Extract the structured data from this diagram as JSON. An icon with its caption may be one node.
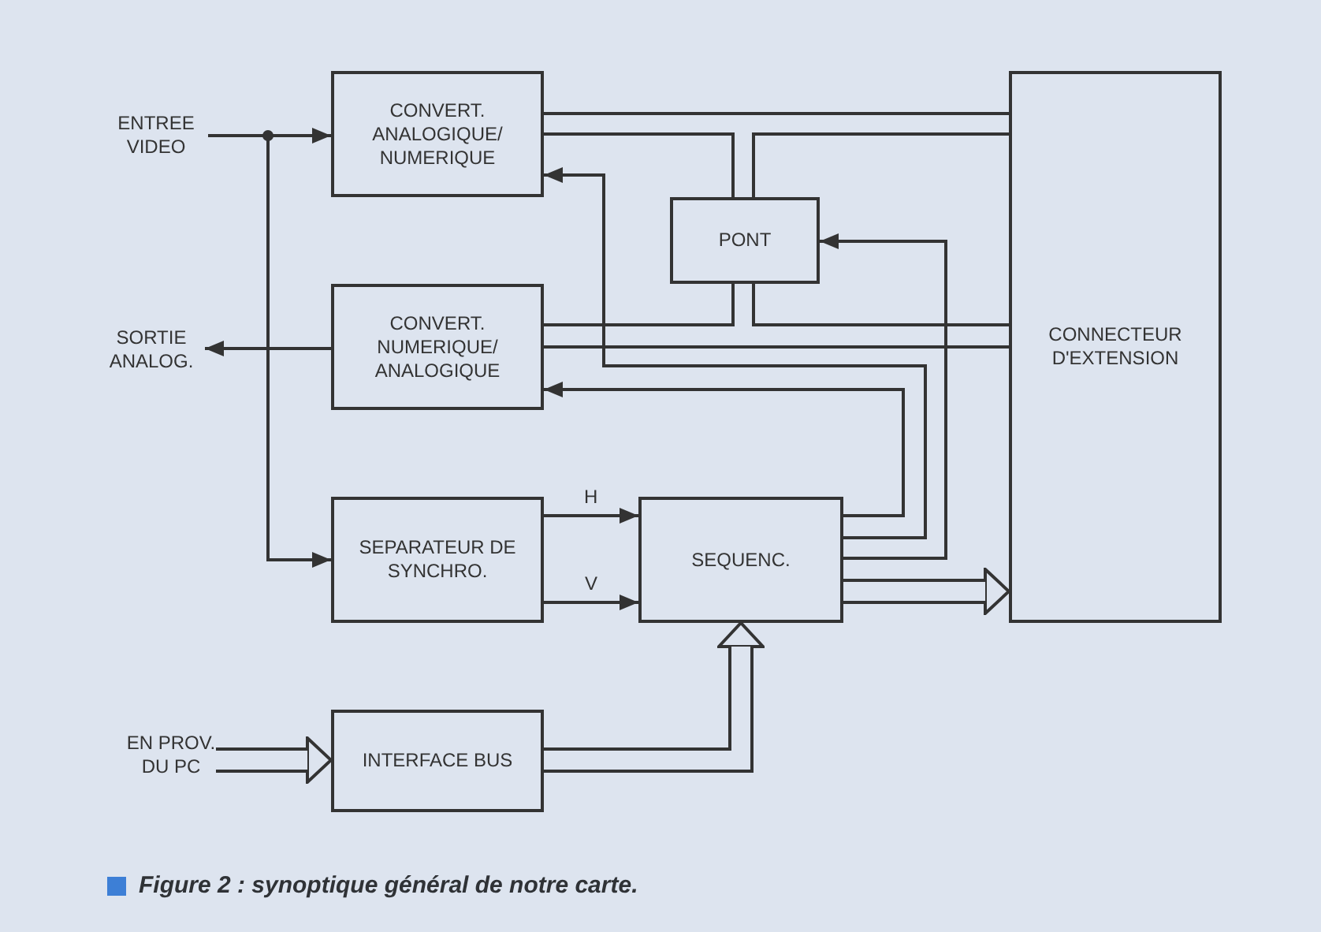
{
  "diagram": {
    "caption": "Figure 2 : synoptique général de notre carte.",
    "nodes": [
      {
        "text": [
          "ENTREE VIDEO"
        ]
      },
      {
        "text": [
          "CONVERT. ANALOGIQUE/ NUMERIQUE"
        ]
      },
      {
        "text": [
          "PONT"
        ]
      },
      {
        "text": [
          "CONNECTEUR D'EXTENSION"
        ]
      },
      {
        "text": [
          "SORTIE ANALOG."
        ]
      },
      {
        "text": [
          "CONVERT. NUMERIQUE/ ANALOGIQUE"
        ]
      },
      {
        "text": [
          "SEPARATEUR DE SYNCHRO."
        ]
      },
      {
        "text": [
          "SEQUENC."
        ]
      },
      {
        "text": [
          "EN PROV. DU PC"
        ]
      },
      {
        "text": [
          "INTERFACE BUS"
        ]
      }
    ],
    "edges": [
      {
        "from": 0,
        "to": 1,
        "arrow": "to"
      },
      {
        "from": 0,
        "to": 6,
        "arrow": "to"
      },
      {
        "from": 1,
        "to": 3,
        "arrow": "none"
      },
      {
        "from": 1,
        "to": 2,
        "arrow": "none"
      },
      {
        "from": 2,
        "to": 3,
        "arrow": "none"
      },
      {
        "from": 2,
        "to": 5,
        "arrow": "none"
      },
      {
        "from": 2,
        "to": 3,
        "arrow": "none"
      },
      {
        "from": 5,
        "to": 3,
        "arrow": "none"
      },
      {
        "from": 5,
        "to": 4,
        "arrow": "to"
      },
      {
        "from": 7,
        "to": 5,
        "arrow": "to"
      },
      {
        "from": 7,
        "to": 1,
        "arrow": "to"
      },
      {
        "from": 7,
        "to": 2,
        "arrow": "to"
      },
      {
        "from": 7,
        "to": 3,
        "arrow": "to",
        "style": "thick"
      },
      {
        "from": 6,
        "to": 7,
        "arrow": "to",
        "label": "H"
      },
      {
        "from": 6,
        "to": 7,
        "arrow": "to",
        "label": "V"
      },
      {
        "from": 9,
        "to": 7,
        "arrow": "to",
        "style": "thick"
      },
      {
        "from": 8,
        "to": 9,
        "arrow": "to",
        "style": "thick"
      }
    ]
  }
}
